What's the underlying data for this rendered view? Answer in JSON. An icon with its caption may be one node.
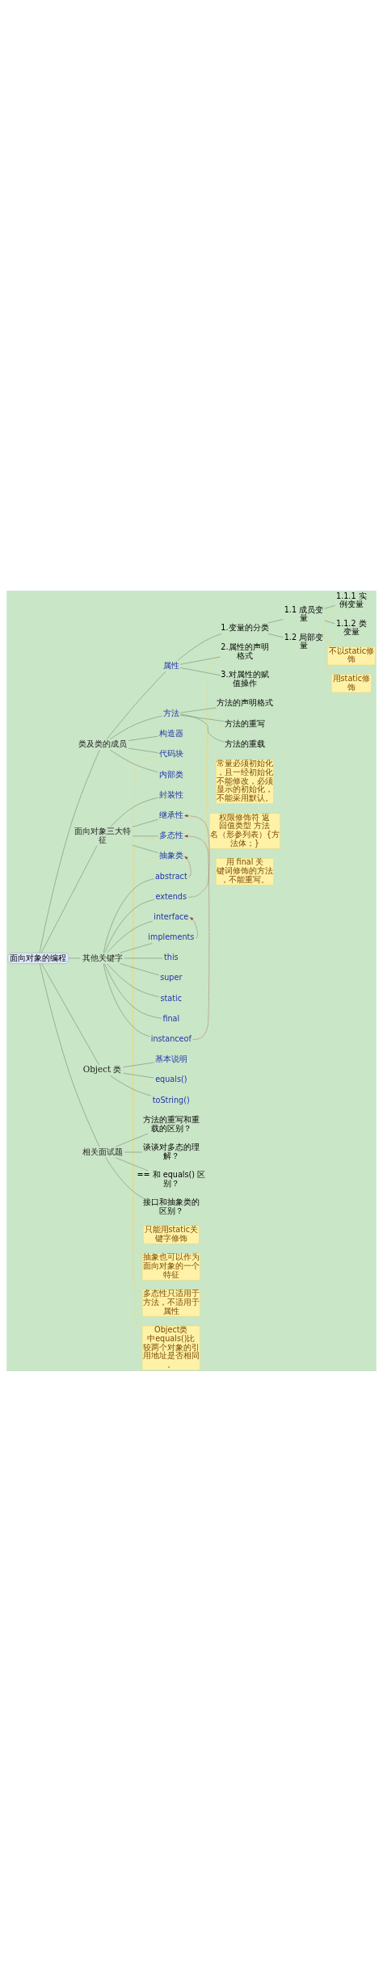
{
  "diagram": {
    "nodes": [
      {
        "text": [
          "面向对象的编程"
        ]
      },
      {
        "text": [
          "类及类的成员"
        ]
      },
      {
        "text": [
          "属性"
        ]
      },
      {
        "text": [
          "1.变量的分类"
        ]
      },
      {
        "text": [
          "1.1 成员变量"
        ]
      },
      {
        "text": [
          "1.1.1 实例变量"
        ]
      },
      {
        "text": [
          "1.1.2 类变量"
        ]
      },
      {
        "text": [
          "1.2 局部变量"
        ]
      },
      {
        "text": [
          "2.属性的声明格式"
        ]
      },
      {
        "text": [
          "3.对属性的赋值操作"
        ]
      },
      {
        "text": [
          "不以static修饰"
        ]
      },
      {
        "text": [
          "用static修饰"
        ]
      },
      {
        "text": [
          "常量必须初始化，且一经初始化不能修改，必须显示的初始化，不能采用默认。"
        ]
      },
      {
        "text": [
          "方法"
        ]
      },
      {
        "text": [
          "方法的声明格式"
        ]
      },
      {
        "text": [
          "权限修饰符 返回值类型 方法名（形参列表）{方法体；}"
        ]
      },
      {
        "text": [
          "方法的重写"
        ]
      },
      {
        "text": [
          "方法的重载"
        ]
      },
      {
        "text": [
          "用 final 关键词修饰的方法，不能重写。"
        ]
      },
      {
        "text": [
          "构造器"
        ]
      },
      {
        "text": [
          "代码块"
        ]
      },
      {
        "text": [
          "只能用static关键字修饰"
        ]
      },
      {
        "text": [
          "内部类"
        ]
      },
      {
        "text": [
          "面向对象三大特征"
        ]
      },
      {
        "text": [
          "封装性"
        ]
      },
      {
        "text": [
          "继承性"
        ]
      },
      {
        "text": [
          "多态性"
        ]
      },
      {
        "text": [
          "多态性只适用于方法，不适用于属性"
        ]
      },
      {
        "text": [
          "抽象类"
        ]
      },
      {
        "text": [
          "抽象也可以作为面向对象的一个特征"
        ]
      },
      {
        "text": [
          "其他关键字"
        ]
      },
      {
        "text": [
          "abstract"
        ]
      },
      {
        "text": [
          "extends"
        ]
      },
      {
        "text": [
          "interface"
        ]
      },
      {
        "text": [
          "implements"
        ]
      },
      {
        "text": [
          "this"
        ]
      },
      {
        "text": [
          "super"
        ]
      },
      {
        "text": [
          "static"
        ]
      },
      {
        "text": [
          "final"
        ]
      },
      {
        "text": [
          "instanceof"
        ]
      },
      {
        "text": [
          "Object 类"
        ]
      },
      {
        "text": [
          "基本说明"
        ]
      },
      {
        "text": [
          "equals()"
        ]
      },
      {
        "text": [
          "Object类中equals()比较两个对象的引用地址是否相同。"
        ]
      },
      {
        "text": [
          "toString()"
        ]
      },
      {
        "text": [
          "相关面试题"
        ]
      },
      {
        "text": [
          "方法的重写和重载的区别？"
        ]
      },
      {
        "text": [
          "谈谈对多态的理解？"
        ]
      },
      {
        "text": [
          "== 和 equals() 区别？"
        ]
      },
      {
        "text": [
          "接口和抽象类的区别？"
        ]
      }
    ],
    "edges": [
      {
        "from": 0,
        "to": 1,
        "arrow": "none"
      },
      {
        "from": 1,
        "to": 2,
        "arrow": "none"
      },
      {
        "from": 2,
        "to": 3,
        "arrow": "none"
      },
      {
        "from": 3,
        "to": 4,
        "arrow": "none"
      },
      {
        "from": 4,
        "to": 5,
        "arrow": "none"
      },
      {
        "from": 4,
        "to": 6,
        "arrow": "none"
      },
      {
        "from": 3,
        "to": 7,
        "arrow": "none"
      },
      {
        "from": 2,
        "to": 8,
        "arrow": "none"
      },
      {
        "from": 2,
        "to": 9,
        "arrow": "none"
      },
      {
        "from": 10,
        "to": 5,
        "arrow": "none",
        "color": "#f5d76e"
      },
      {
        "from": 11,
        "to": 6,
        "arrow": "none",
        "color": "#f5d76e"
      },
      {
        "from": 12,
        "to": 8,
        "arrow": "none",
        "color": "#f5d76e"
      },
      {
        "from": 1,
        "to": 13,
        "arrow": "none"
      },
      {
        "from": 13,
        "to": 14,
        "arrow": "none"
      },
      {
        "from": 15,
        "to": 14,
        "arrow": "none",
        "color": "#f5d76e"
      },
      {
        "from": 13,
        "to": 16,
        "arrow": "none"
      },
      {
        "from": 13,
        "to": 17,
        "arrow": "none"
      },
      {
        "from": 18,
        "to": 16,
        "arrow": "none",
        "color": "#f5d76e"
      },
      {
        "from": 1,
        "to": 19,
        "arrow": "none"
      },
      {
        "from": 1,
        "to": 20,
        "arrow": "none"
      },
      {
        "from": 21,
        "to": 20,
        "arrow": "none",
        "color": "#f5d76e"
      },
      {
        "from": 1,
        "to": 22,
        "arrow": "none"
      },
      {
        "from": 0,
        "to": 23,
        "arrow": "none"
      },
      {
        "from": 23,
        "to": 24,
        "arrow": "none"
      },
      {
        "from": 23,
        "to": 25,
        "arrow": "none"
      },
      {
        "from": 23,
        "to": 26,
        "arrow": "none"
      },
      {
        "from": 27,
        "to": 26,
        "arrow": "none",
        "color": "#f5d76e"
      },
      {
        "from": 23,
        "to": 28,
        "arrow": "none"
      },
      {
        "from": 29,
        "to": 28,
        "arrow": "none",
        "color": "#f5d76e"
      },
      {
        "from": 0,
        "to": 30,
        "arrow": "none"
      },
      {
        "from": 30,
        "to": 31,
        "arrow": "none"
      },
      {
        "from": 30,
        "to": 32,
        "arrow": "none"
      },
      {
        "from": 30,
        "to": 33,
        "arrow": "none"
      },
      {
        "from": 30,
        "to": 34,
        "arrow": "none"
      },
      {
        "from": 30,
        "to": 35,
        "arrow": "none"
      },
      {
        "from": 30,
        "to": 36,
        "arrow": "none"
      },
      {
        "from": 30,
        "to": 37,
        "arrow": "none"
      },
      {
        "from": 30,
        "to": 38,
        "arrow": "none"
      },
      {
        "from": 30,
        "to": 39,
        "arrow": "none"
      },
      {
        "from": 0,
        "to": 40,
        "arrow": "none"
      },
      {
        "from": 40,
        "to": 41,
        "arrow": "none"
      },
      {
        "from": 40,
        "to": 42,
        "arrow": "none"
      },
      {
        "from": 43,
        "to": 42,
        "arrow": "none",
        "color": "#f5d76e"
      },
      {
        "from": 40,
        "to": 44,
        "arrow": "none"
      },
      {
        "from": 0,
        "to": 45,
        "arrow": "none"
      },
      {
        "from": 45,
        "to": 46,
        "arrow": "none"
      },
      {
        "from": 45,
        "to": 47,
        "arrow": "none"
      },
      {
        "from": 45,
        "to": 48,
        "arrow": "none"
      },
      {
        "from": 45,
        "to": 49,
        "arrow": "none"
      },
      {
        "from": 32,
        "to": 25,
        "arrow": "to",
        "style": "dashed",
        "color": "#993333"
      },
      {
        "from": 39,
        "to": 26,
        "arrow": "to",
        "style": "dashed",
        "color": "#993333"
      },
      {
        "from": 31,
        "to": 28,
        "arrow": "to",
        "style": "dashed",
        "color": "#993333"
      },
      {
        "from": 34,
        "to": 33,
        "arrow": "to",
        "style": "dashed",
        "color": "#993333"
      }
    ]
  }
}
